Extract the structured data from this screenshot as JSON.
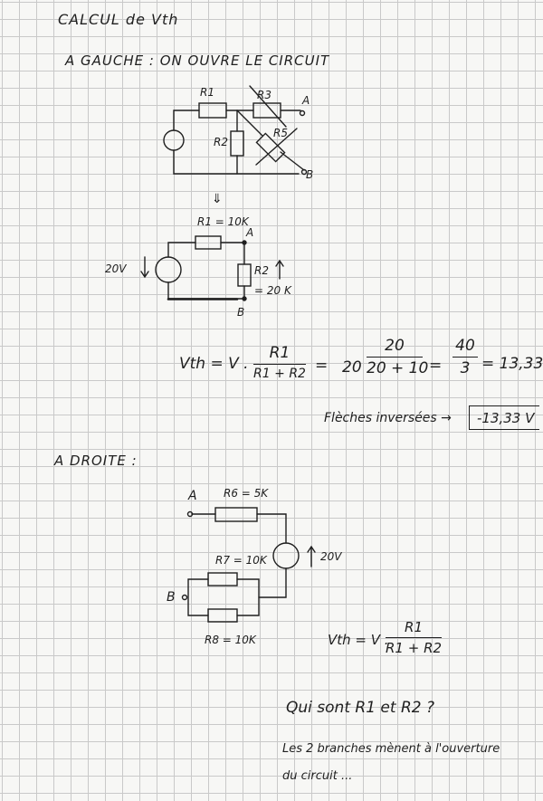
{
  "title": "CALCUL de Vth",
  "left": {
    "heading": "A GAUCHE : ON OUVRE LE CIRCUIT",
    "circuit1": {
      "r1": "R1",
      "r2": "R2",
      "r3": "R3",
      "r5": "R5",
      "a": "A",
      "b": "B"
    },
    "arrow": "⇓",
    "circuit2": {
      "r1": "R1 = 10K",
      "r2": "R2",
      "r2_value": "= 20 K",
      "a": "A",
      "b": "B",
      "source": "20V"
    },
    "formula": {
      "lhs": "Vth = V .",
      "num": "R1",
      "den": "R1 + R2",
      "eq1": "=",
      "coef": "20",
      "num2": "20",
      "den2": "20 + 10",
      "eq2": "=",
      "num3": "40",
      "den3": "3",
      "result": "= 13,33"
    },
    "note": "Flèches inversées →",
    "boxed_result": "-13,33 V"
  },
  "right": {
    "heading": "A DROITE :",
    "circuit": {
      "r6": "R6 = 5K",
      "r7": "R7 = 10K",
      "r8": "R8 = 10K",
      "a": "A",
      "b": "B",
      "source": "20V"
    },
    "formula": {
      "lhs": "Vth = V .",
      "num": "R1",
      "den": "R1 + R2"
    }
  },
  "question": "Qui sont R1 et R2 ?",
  "text_line1": "Les 2 branches mènent à l'ouverture",
  "text_line2": "du circuit ..."
}
